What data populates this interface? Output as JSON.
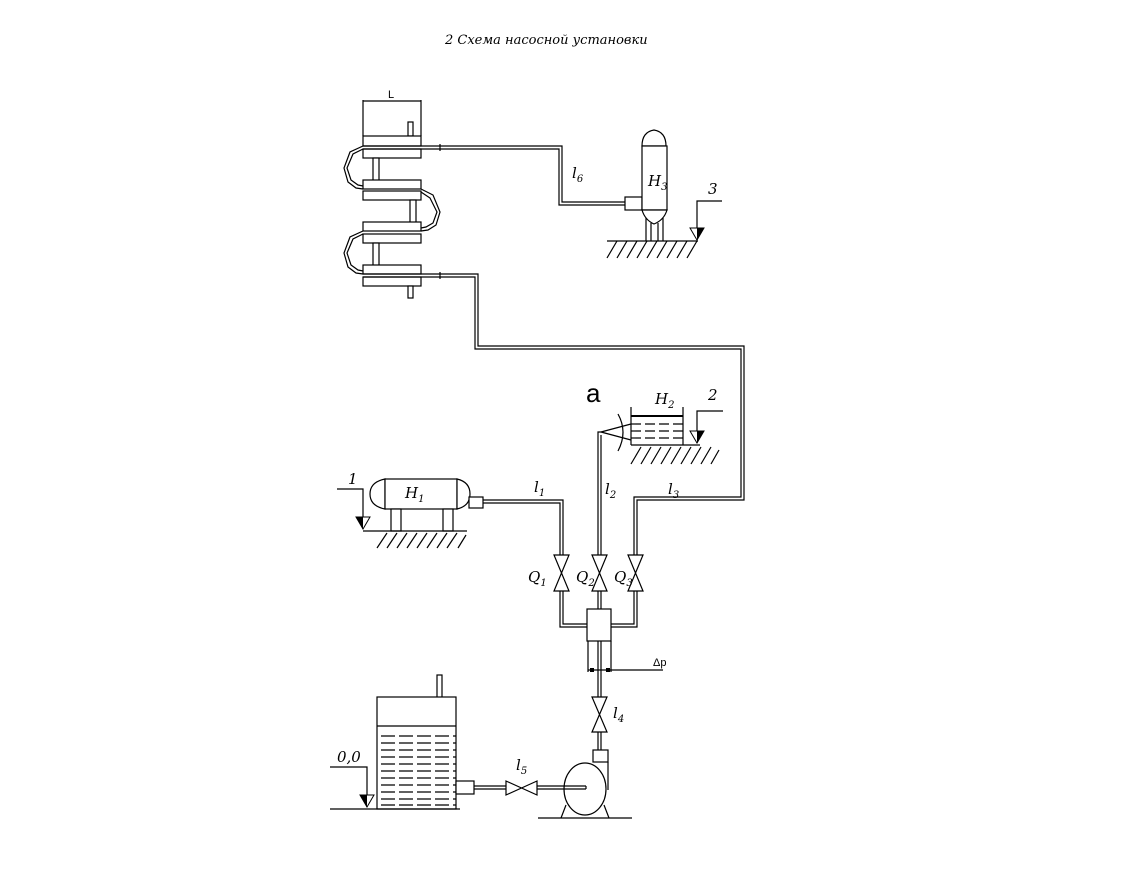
{
  "title": "2  Схема насосной установки",
  "dimension_L": "L",
  "dimension_dp": "Δр",
  "annotation_a": "а",
  "tanks": {
    "H1": {
      "letter": "H",
      "sub": "1"
    },
    "H2": {
      "letter": "H",
      "sub": "2"
    },
    "H3": {
      "letter": "H",
      "sub": "3"
    }
  },
  "levels": {
    "level_0": "0,0",
    "level_1": "1",
    "level_2": "2",
    "level_3": "3"
  },
  "pipes": {
    "l1": {
      "letter": "l",
      "sub": "1"
    },
    "l2": {
      "letter": "l",
      "sub": "2"
    },
    "l3": {
      "letter": "l",
      "sub": "3"
    },
    "l4": {
      "letter": "l",
      "sub": "4"
    },
    "l5": {
      "letter": "l",
      "sub": "5"
    },
    "l6": {
      "letter": "l",
      "sub": "6"
    }
  },
  "flows": {
    "Q1": {
      "letter": "Q",
      "sub": "1"
    },
    "Q2": {
      "letter": "Q",
      "sub": "2"
    },
    "Q3": {
      "letter": "Q",
      "sub": "3"
    }
  }
}
